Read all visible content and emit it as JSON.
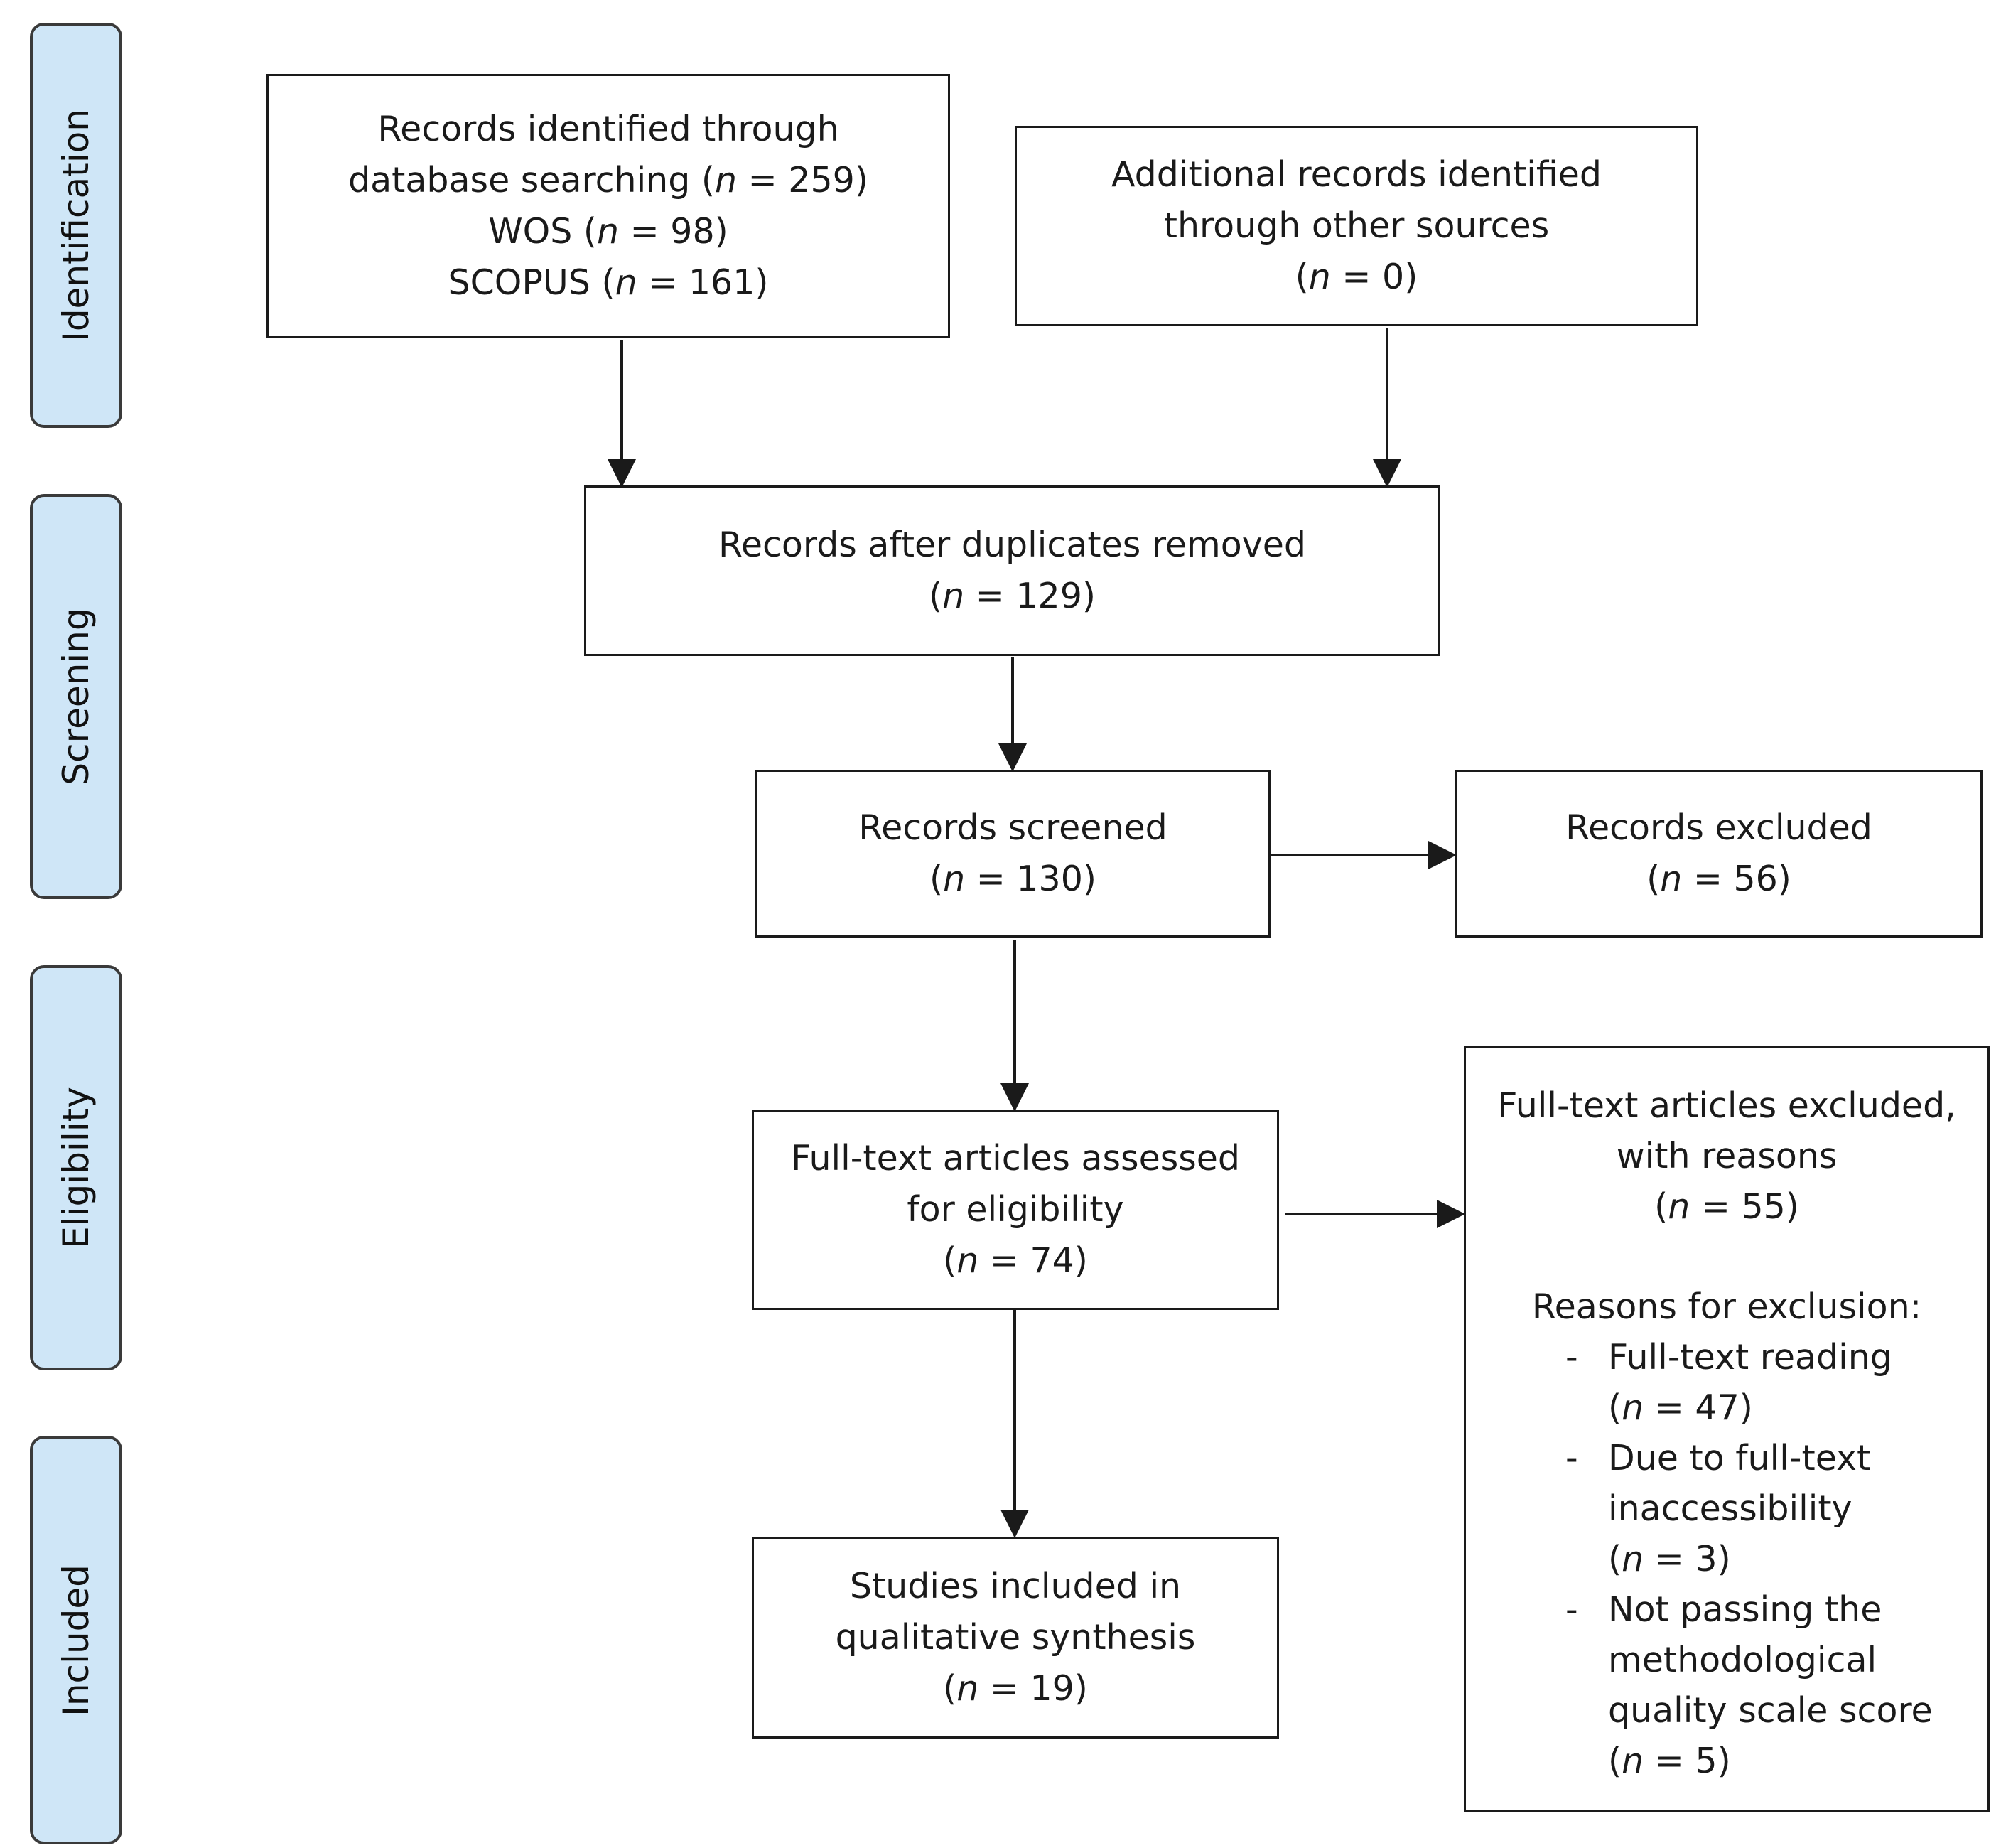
{
  "phases": {
    "identification": "Identification",
    "screening": "Screening",
    "eligibility": "Eligibility",
    "included": "Included"
  },
  "boxes": {
    "database": {
      "line1": "Records identified through",
      "line2_pre": "database searching (",
      "line2_n": "n",
      "line2_post": " = 259)",
      "line3_pre": "WOS (",
      "line3_n": "n",
      "line3_post": " = 98)",
      "line4_pre": "SCOPUS (",
      "line4_n": "n",
      "line4_post": " = 161)"
    },
    "additional": {
      "line1": "Additional records identified",
      "line2": "through other sources",
      "line3_pre": "(",
      "line3_n": "n",
      "line3_post": " = 0)"
    },
    "duplicates": {
      "line1": "Records after duplicates removed",
      "line2_pre": "(",
      "line2_n": "n",
      "line2_post": " = 129)"
    },
    "screened": {
      "line1": "Records screened",
      "line2_pre": "(",
      "line2_n": "n",
      "line2_post": " = 130)"
    },
    "excluded": {
      "line1": "Records excluded",
      "line2_pre": "(",
      "line2_n": "n",
      "line2_post": " = 56)"
    },
    "fulltext": {
      "line1": "Full-text articles assessed",
      "line2": "for eligibility",
      "line3_pre": "(",
      "line3_n": "n",
      "line3_post": " = 74)"
    },
    "included": {
      "line1": "Studies included in",
      "line2": "qualitative synthesis",
      "line3_pre": "(",
      "line3_n": "n",
      "line3_post": " = 19)"
    },
    "fulltext_excluded": {
      "line1": "Full-text articles excluded,",
      "line2": "with reasons",
      "line3_pre": "(",
      "line3_n": "n",
      "line3_post": " = 55)",
      "reasons_title": "Reasons for exclusion:",
      "dash": "-",
      "reasons": [
        {
          "lines": [
            "Full-text reading"
          ],
          "n_pre": "(",
          "n": "n",
          "n_post": " = 47)"
        },
        {
          "lines": [
            "Due to full-text",
            "inaccessibility"
          ],
          "n_pre": "(",
          "n": "n",
          "n_post": " = 3)"
        },
        {
          "lines": [
            "Not passing the",
            "methodological",
            "quality scale score"
          ],
          "n_pre": "(",
          "n": "n",
          "n_post": " = 5)"
        }
      ]
    }
  }
}
